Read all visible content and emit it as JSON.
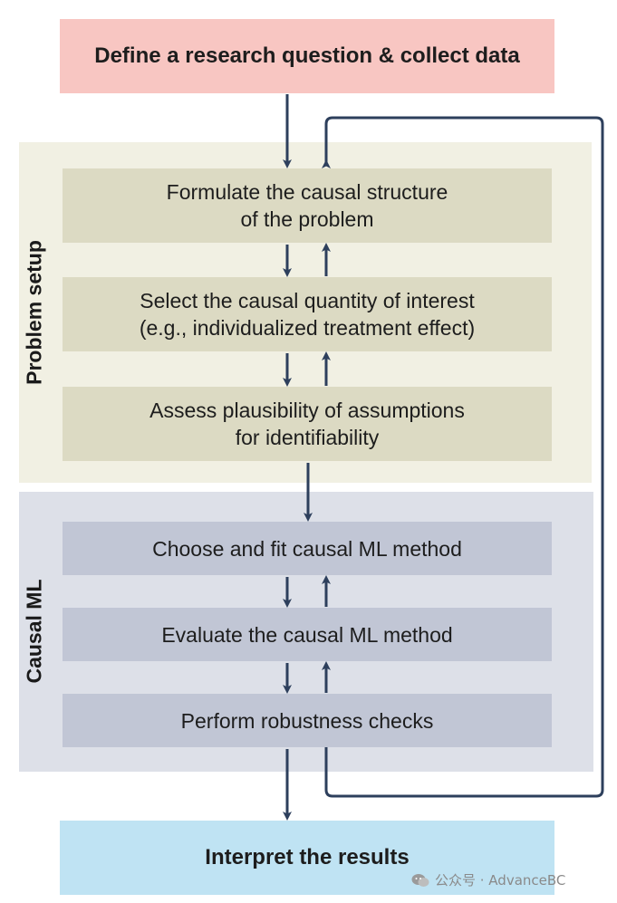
{
  "top_box": {
    "label": "Define a research question & collect data"
  },
  "sections": {
    "problem_setup": {
      "label": "Problem setup",
      "steps": [
        {
          "lines": [
            "Formulate the causal structure",
            "of the problem"
          ]
        },
        {
          "lines": [
            "Select the causal quantity of interest",
            "(e.g., individualized treatment effect)"
          ]
        },
        {
          "lines": [
            "Assess plausibility of assumptions",
            "for identifiability"
          ]
        }
      ]
    },
    "causal_ml": {
      "label": "Causal ML",
      "steps": [
        {
          "lines": [
            "Choose and fit causal ML method"
          ]
        },
        {
          "lines": [
            "Evaluate the causal ML method"
          ]
        },
        {
          "lines": [
            "Perform robustness checks"
          ]
        }
      ]
    }
  },
  "bottom_box": {
    "label": "Interpret the results"
  },
  "colors": {
    "top_box": "#f8c6c2",
    "bottom_box": "#bfe3f3",
    "problem_setup_panel": "#f1f0e3",
    "problem_setup_step": "#dcdac3",
    "causal_ml_panel": "#dde0e8",
    "causal_ml_step": "#c1c6d5",
    "arrow": "#2d3f5c"
  },
  "watermark": {
    "icon": "wechat-icon",
    "text": "公众号 · AdvanceBC"
  }
}
